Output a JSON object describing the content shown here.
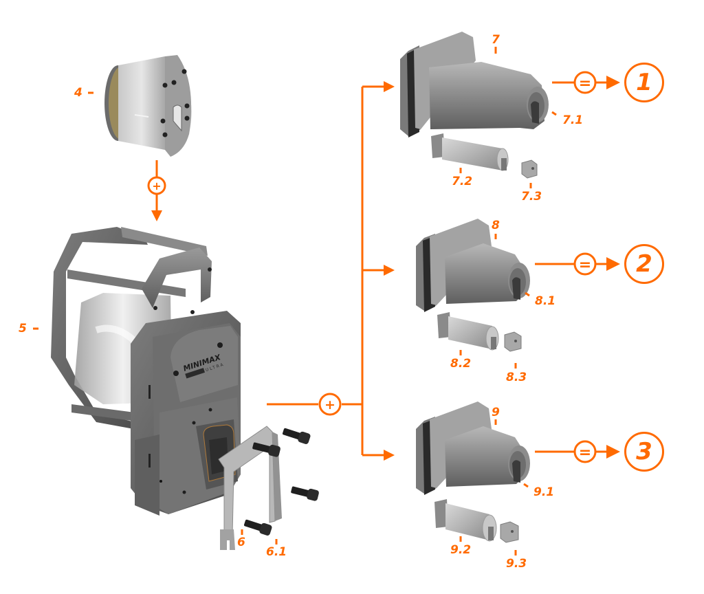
{
  "accent_color": "#ff6a00",
  "parts": {
    "p4": "4",
    "p5": "5",
    "p6": "6",
    "p6_1": "6.1",
    "p7": "7",
    "p7_1": "7.1",
    "p7_2": "7.2",
    "p7_3": "7.3",
    "p8": "8",
    "p8_1": "8.1",
    "p8_2": "8.2",
    "p8_3": "8.3",
    "p9": "9",
    "p9_1": "9.1",
    "p9_2": "9.2",
    "p9_3": "9.3"
  },
  "operators": {
    "plus": "+",
    "equals": "="
  },
  "results": [
    {
      "label": "1"
    },
    {
      "label": "2"
    },
    {
      "label": "3"
    }
  ],
  "brand_logo": {
    "line1": "MINIMAX",
    "line2": "ULTRA"
  },
  "icons": {
    "connector": "arrow-right-icon",
    "combine": "plus-circle-icon",
    "equals": "equals-circle-icon"
  }
}
